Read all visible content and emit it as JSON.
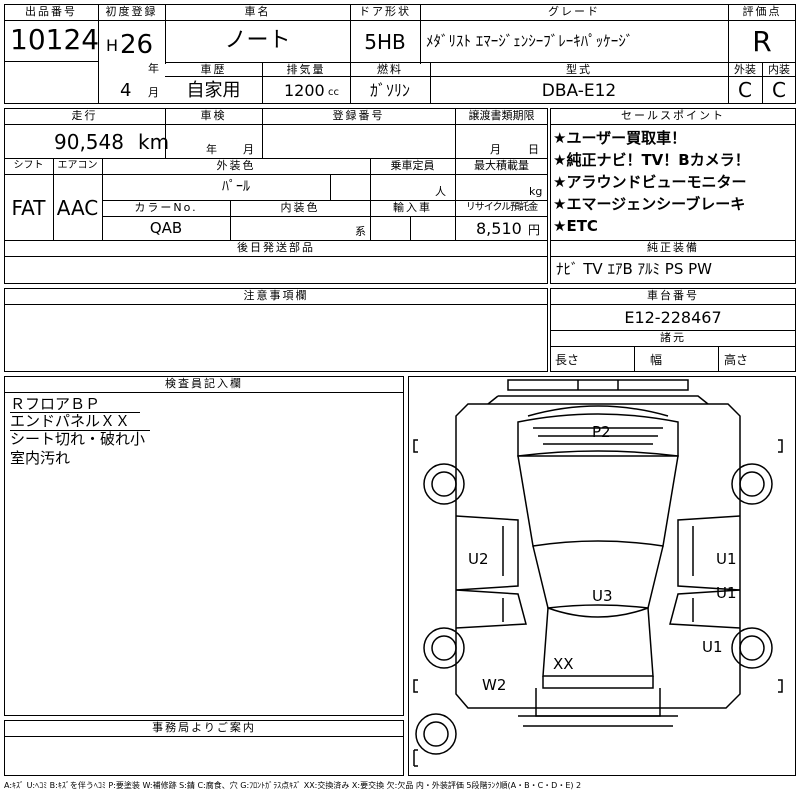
{
  "header": {
    "listing_no_label": "出品番号",
    "listing_no": "10124",
    "first_reg_label": "初度登録",
    "era": "H",
    "year_value": "26",
    "year_unit": "年",
    "month_value": "4",
    "month_unit": "月",
    "car_name_label": "車名",
    "car_name": "ノート",
    "door_label": "ドア形状",
    "door": "5HB",
    "grade_label": "グレード",
    "grade": "ﾒﾀﾞﾘｽﾄ ｴﾏｰｼﾞｪﾝｼｰﾌﾞﾚｰｷﾊﾟｯｹｰｼﾞ",
    "score_label": "評価点",
    "score": "R",
    "history_label": "車歴",
    "history": "自家用",
    "displacement_label": "排気量",
    "displacement": "1200",
    "displacement_unit": "cc",
    "fuel_label": "燃料",
    "fuel": "ｶﾞｿﾘﾝ",
    "model_label": "型式",
    "model": "DBA-E12",
    "exterior_label": "外装",
    "exterior_grade": "C",
    "interior_label": "内装",
    "interior_grade": "C"
  },
  "row2": {
    "mileage_label": "走行",
    "mileage": "90,548",
    "mileage_unit": "km",
    "inspection_label": "車検",
    "inspection_year_unit": "年",
    "inspection_month_unit": "月",
    "reg_no_label": "登録番号",
    "transfer_label": "譲渡書類期限",
    "transfer_month_unit": "月",
    "transfer_day_unit": "日",
    "shift_label": "シフト",
    "shift": "FAT",
    "aircon_label": "エアコン",
    "aircon": "AAC",
    "ext_color_label": "外装色",
    "ext_color": "ﾊﾟｰﾙ",
    "capacity_label": "乗車定員",
    "capacity_unit": "人",
    "max_load_label": "最大積載量",
    "max_load_unit": "kg",
    "color_no_label": "カラーNo.",
    "color_no": "QAB",
    "int_color_label": "内装色",
    "int_color_unit": "系",
    "import_label": "輸入車",
    "recycle_label": "リサイクル預託金",
    "recycle": "8,510",
    "recycle_unit": "円",
    "later_parts_label": "後日発送部品"
  },
  "sales_points": {
    "label": "セールスポイント",
    "items": [
      "★ユーザー買取車！",
      "★純正ナビ！TV！Bカメラ！",
      "★アラウンドビューモニター",
      "★エマージェンシーブレーキ",
      "★ETC"
    ]
  },
  "equipment": {
    "label": "純正装備",
    "value": "ﾅﾋﾞ TV ｴｱB ｱﾙﾐ PS PW"
  },
  "notes": {
    "label": "注意事項欄"
  },
  "chassis": {
    "label": "車台番号",
    "value": "E12-228467",
    "spec_label": "諸元",
    "length_label": "長さ",
    "width_label": "幅",
    "height_label": "高さ"
  },
  "inspector": {
    "label": "検査員記入欄",
    "lines": [
      "ＲフロアＢＰ",
      "エンドパネルＸＸ",
      "シート切れ・破れ小",
      "室内汚れ"
    ]
  },
  "office": {
    "label": "事務局よりご案内"
  },
  "damage": {
    "p2": "P2",
    "u2": "U2",
    "u1_a": "U1",
    "u1_b": "U1",
    "u1_c": "U1",
    "u3": "U3",
    "xx": "XX",
    "w2": "W2"
  },
  "legend": "A:ｷｽﾞ U:ﾍｺﾐ B:ｷｽﾞを伴うﾍｺﾐ P:要塗装 W:補修跡 S:錆 C:腐食、穴 G:ﾌﾛﾝﾄｶﾞﾗｽ点ｷｽﾞ XX:交換済み X:要交換 欠:欠品 内・外装評価 5段階ﾗﾝｸ順(A・B・C・D・E) 2"
}
